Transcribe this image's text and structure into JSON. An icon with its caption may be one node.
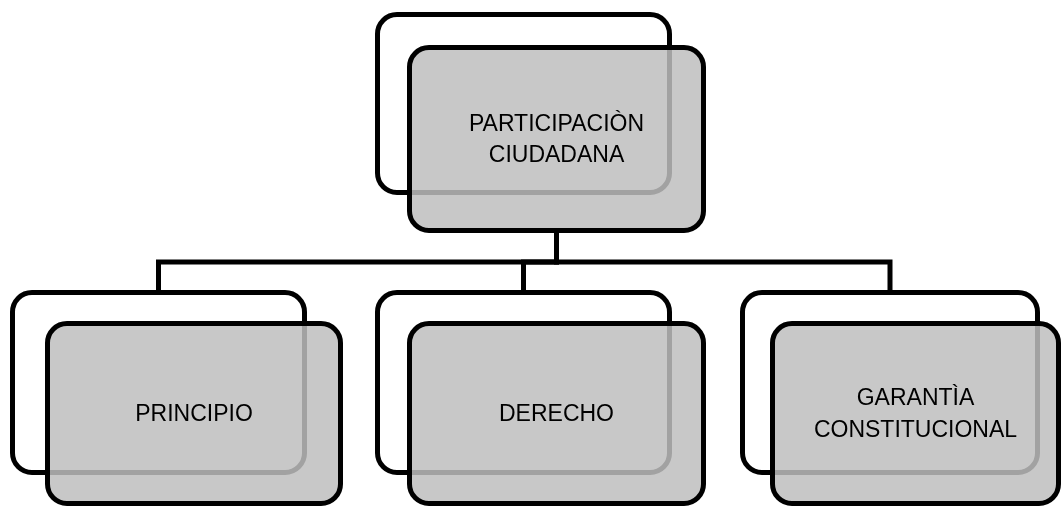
{
  "diagram": {
    "nodes": [
      {
        "text": [
          "PARTICIPACIÒN CIUDADANA"
        ]
      },
      {
        "text": [
          "PRINCIPIO"
        ]
      },
      {
        "text": [
          "DERECHO"
        ]
      },
      {
        "text": [
          "GARANTÌA CONSTITUCIONAL"
        ]
      }
    ],
    "edges": [
      {
        "from": 0,
        "to": 1,
        "arrow": "none"
      },
      {
        "from": 0,
        "to": 2,
        "arrow": "none"
      },
      {
        "from": 0,
        "to": 3,
        "arrow": "none"
      }
    ]
  }
}
